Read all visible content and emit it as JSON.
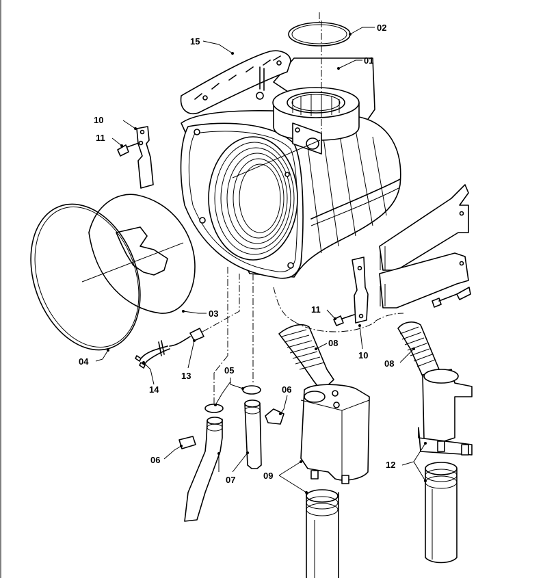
{
  "diagram": {
    "callouts": [
      {
        "id": "c01",
        "text": "01"
      },
      {
        "id": "c02",
        "text": "02"
      },
      {
        "id": "c03",
        "text": "03"
      },
      {
        "id": "c04",
        "text": "04"
      },
      {
        "id": "c05",
        "text": "05"
      },
      {
        "id": "c06a",
        "text": "06"
      },
      {
        "id": "c06b",
        "text": "06"
      },
      {
        "id": "c07",
        "text": "07"
      },
      {
        "id": "c08a",
        "text": "08"
      },
      {
        "id": "c08b",
        "text": "08"
      },
      {
        "id": "c09",
        "text": "09"
      },
      {
        "id": "c10a",
        "text": "10"
      },
      {
        "id": "c10b",
        "text": "10"
      },
      {
        "id": "c11a",
        "text": "11"
      },
      {
        "id": "c11b",
        "text": "11"
      },
      {
        "id": "c12",
        "text": "12"
      },
      {
        "id": "c13",
        "text": "13"
      },
      {
        "id": "c14",
        "text": "14"
      },
      {
        "id": "c15",
        "text": "15"
      }
    ]
  }
}
